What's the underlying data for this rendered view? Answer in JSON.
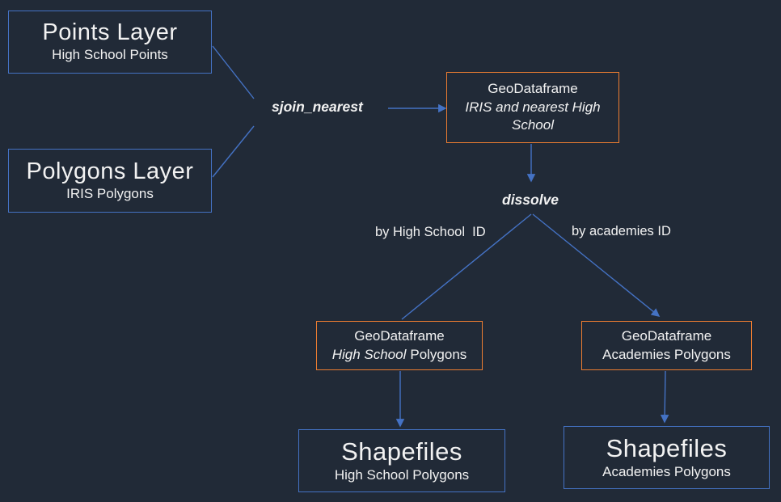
{
  "canvas": {
    "background": "#212A37"
  },
  "colors": {
    "accent_blue": "#4472C4",
    "accent_orange": "#ED7D31",
    "text": "#F2F2F2"
  },
  "nodes": {
    "points_layer": {
      "title": "Points Layer",
      "subtitle": "High School Points"
    },
    "polygons_layer": {
      "title": "Polygons Layer",
      "subtitle": "IRIS Polygons"
    },
    "gdf_iris": {
      "title": "GeoDataframe",
      "subtitle": "IRIS and nearest High School"
    },
    "gdf_high_school": {
      "title": "GeoDataframe",
      "subtitle_italic": "High School",
      "subtitle_regular": "Polygons"
    },
    "gdf_academies": {
      "title": "GeoDataframe",
      "subtitle": "Academies Polygons"
    },
    "shapefiles_high_school": {
      "title": "Shapefiles",
      "subtitle": "High School Polygons"
    },
    "shapefiles_academies": {
      "title": "Shapefiles",
      "subtitle": "Academies Polygons"
    }
  },
  "labels": {
    "sjoin_nearest": "sjoin_nearest",
    "dissolve": "dissolve",
    "by_high_school_id": "by High School  ID",
    "by_academies_id": "by academies ID"
  }
}
